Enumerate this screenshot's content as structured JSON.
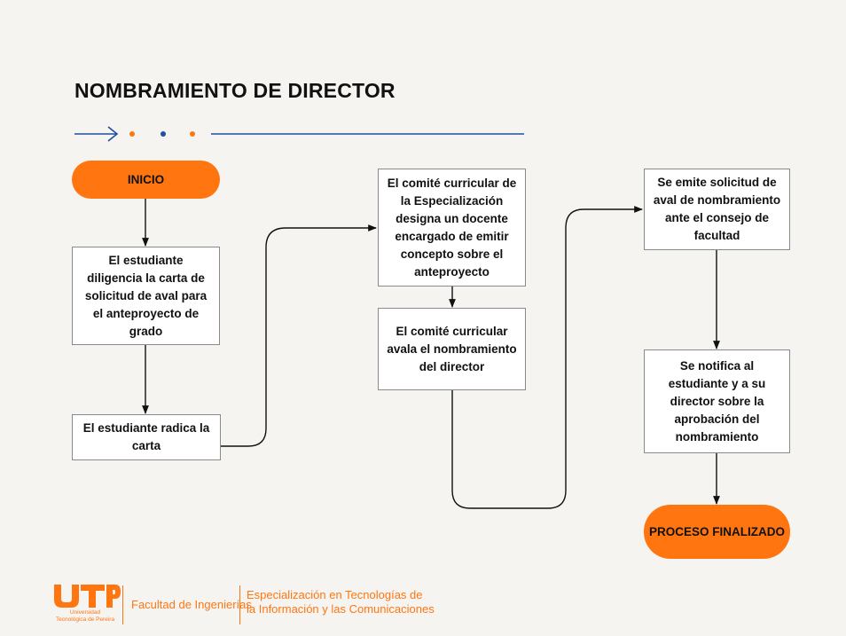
{
  "title": "NOMBRAMIENTO DE DIRECTOR",
  "colors": {
    "accent_orange": "#ff7611",
    "accent_blue": "#1f4fa3",
    "background": "#f6f4f1"
  },
  "flow": {
    "start": "INICIO",
    "step1": "El estudiante diligencia la carta de solicitud de aval para el anteproyecto de grado",
    "step2": "El estudiante radica la carta",
    "step3": "El comité curricular de la Especialización designa un docente encargado de emitir concepto sobre el anteproyecto",
    "step4": "El comité curricular avala el nombramiento del director",
    "step5": "Se emite solicitud de aval de nombramiento ante el consejo de facultad",
    "step6": "Se notifica al estudiante y a su director sobre la aprobación del nombramiento",
    "end": "PROCESO FINALIZADO"
  },
  "footer": {
    "logo_text": "Universidad Tecnológica de Pereira",
    "faculty": "Facultad de Ingenierías",
    "program_line1": "Especialización en Tecnologías de",
    "program_line2": "la Información y las Comunicaciones"
  }
}
